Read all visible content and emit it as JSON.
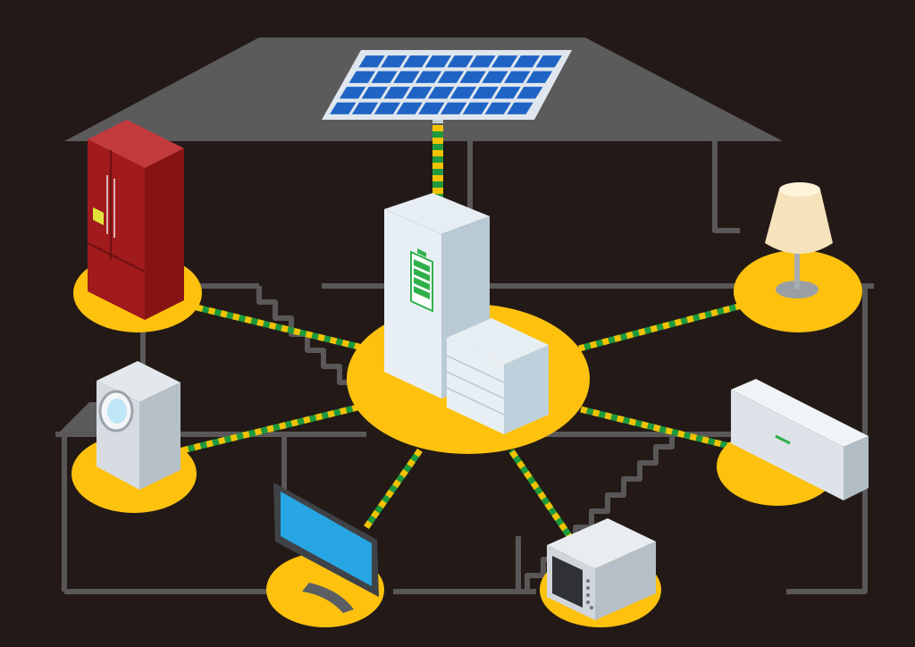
{
  "diagram": {
    "kind": "home-energy-network",
    "hub": {
      "name": "home-battery-storage-hub"
    },
    "source": {
      "name": "solar-panel"
    },
    "appliances": [
      {
        "name": "refrigerator"
      },
      {
        "name": "table-lamp"
      },
      {
        "name": "washing-machine"
      },
      {
        "name": "air-conditioner"
      },
      {
        "name": "television"
      },
      {
        "name": "microwave-oven"
      }
    ],
    "connections": [
      {
        "from": "solar-panel",
        "to": "home-battery-storage-hub"
      },
      {
        "from": "home-battery-storage-hub",
        "to": "refrigerator"
      },
      {
        "from": "home-battery-storage-hub",
        "to": "table-lamp"
      },
      {
        "from": "home-battery-storage-hub",
        "to": "washing-machine"
      },
      {
        "from": "home-battery-storage-hub",
        "to": "air-conditioner"
      },
      {
        "from": "home-battery-storage-hub",
        "to": "television"
      },
      {
        "from": "home-battery-storage-hub",
        "to": "microwave-oven"
      }
    ]
  },
  "colors": {
    "background": "#231a18",
    "house_outline": "#5a5758",
    "roof": "#5c5b5c",
    "node_disc": "#fec20e",
    "cable_green": "#1e9a3e",
    "cable_yellow": "#f2c200",
    "solar_cell": "#1f63c4",
    "battery_level": "#2fb04a",
    "refrigerator": "#a11a1c",
    "tv_screen": "#27a6e3"
  },
  "icons": [
    "sun-panel-icon",
    "battery-icon",
    "fridge-icon",
    "lamp-icon",
    "washer-icon",
    "ac-icon",
    "tv-icon",
    "microwave-icon"
  ]
}
